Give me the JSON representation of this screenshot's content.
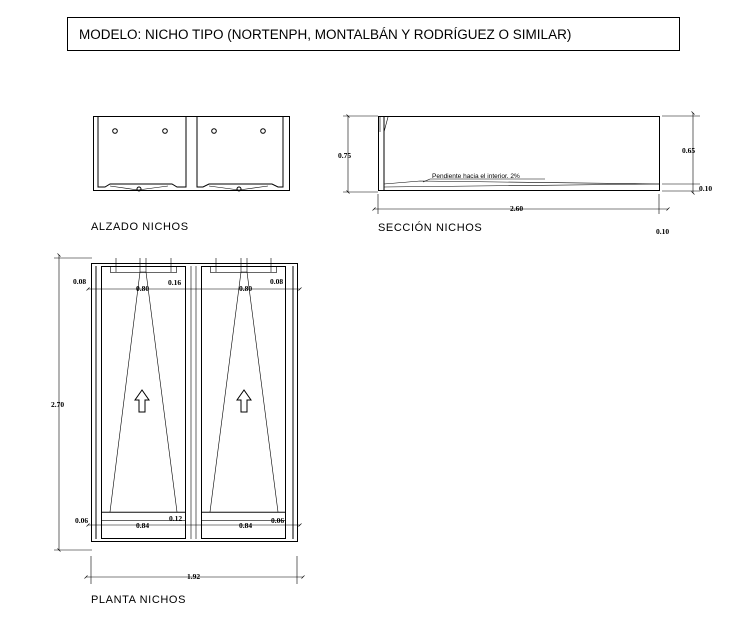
{
  "title": "MODELO: NICHO TIPO (NORTENPH, MONTALBÁN Y RODRÍGUEZ O SIMILAR)",
  "views": {
    "alzado": {
      "label": "ALZADO NICHOS"
    },
    "seccion": {
      "label": "SECCIÓN NICHOS",
      "note": "Pendiente hacia el interior. 2%",
      "dims": {
        "height_total": "0.75",
        "height_inner": "0.65",
        "base": "0.10",
        "length": "2.60",
        "end": "0.10"
      }
    },
    "planta": {
      "label": "PLANTA NICHOS",
      "dims": {
        "top_left": "0.08",
        "top_mid_left": "0.80",
        "top_sep": "0.16",
        "top_mid_right": "0.80",
        "top_right": "0.08",
        "height": "2.70",
        "bot_left": "0.06",
        "bot_mid_left": "0.84",
        "bot_sep": "0.12",
        "bot_mid_right": "0.84",
        "bot_right": "0.06",
        "width": "1.92"
      }
    }
  }
}
